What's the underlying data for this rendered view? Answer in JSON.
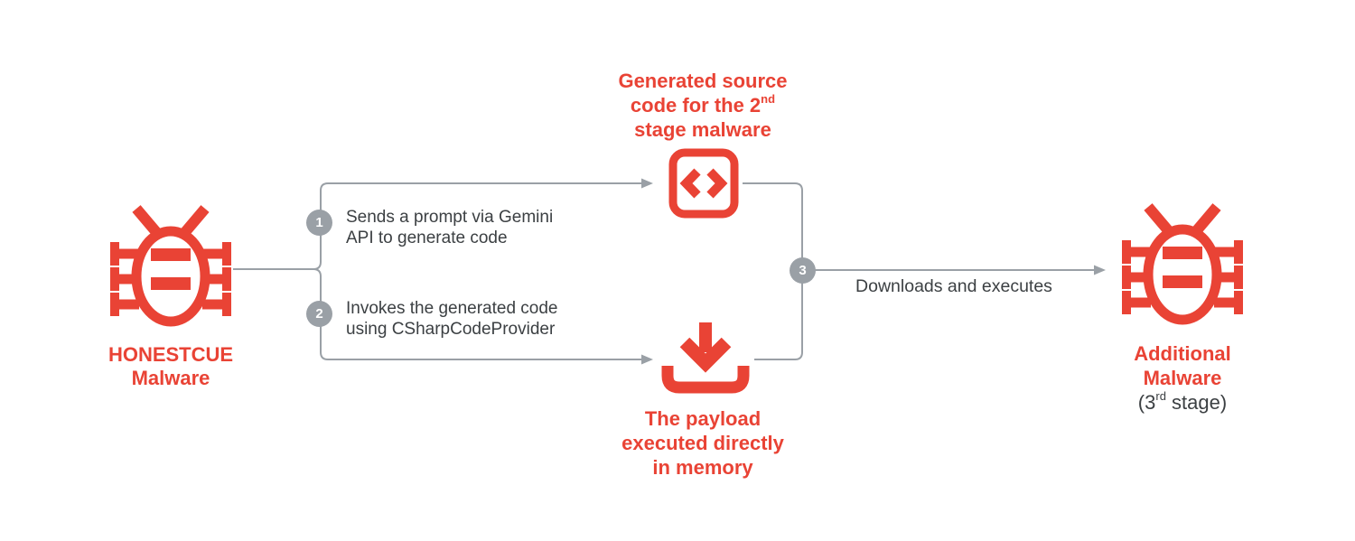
{
  "diagram": {
    "source_node": {
      "title_line1": "HONESTCUE",
      "title_line2": "Malware"
    },
    "step1": {
      "num": "1",
      "line1": "Sends a prompt via Gemini",
      "line2": "API to generate code"
    },
    "step2": {
      "num": "2",
      "line1": "Invokes the generated code",
      "line2": "using CSharpCodeProvider"
    },
    "step3": {
      "num": "3",
      "label": "Downloads and executes"
    },
    "generated_code_node": {
      "line1": "Generated source",
      "line2_pre": "code for the 2",
      "line2_sup": "nd",
      "line3": "stage malware"
    },
    "payload_node": {
      "line1": "The payload",
      "line2": "executed directly",
      "line3": "in memory"
    },
    "target_node": {
      "title_line1": "Additional",
      "title_line2": "Malware",
      "subtitle_pre": "(3",
      "subtitle_sup": "rd",
      "subtitle_post": " stage)"
    }
  },
  "colors": {
    "brand_red": "#E94335",
    "connector_gray": "#9AA0A6",
    "badge_gray": "#9AA0A6",
    "text_dark": "#3C4043"
  }
}
